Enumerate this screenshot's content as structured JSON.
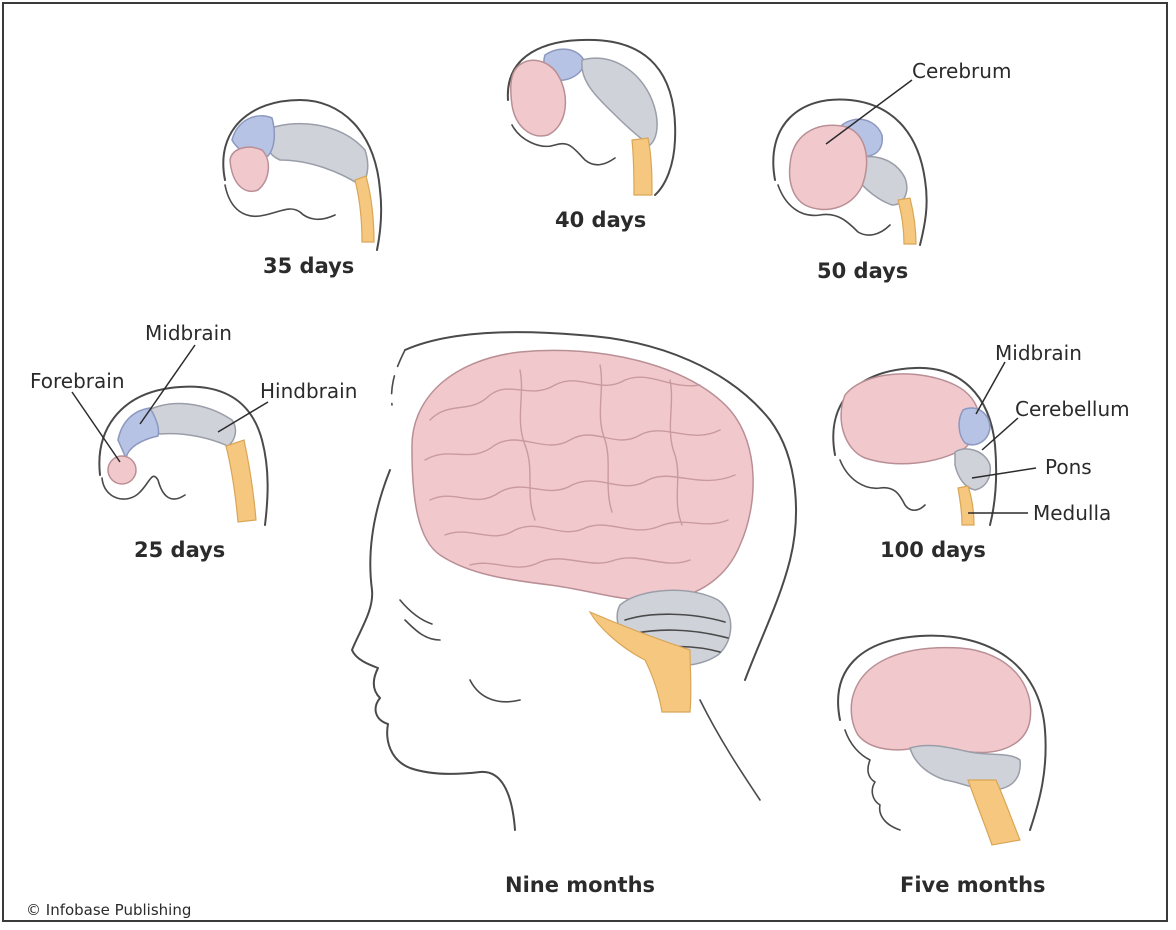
{
  "stages": {
    "d25": "25 days",
    "d35": "35 days",
    "d40": "40 days",
    "d50": "50 days",
    "d100": "100 days",
    "nine_months": "Nine months",
    "five_months": "Five months"
  },
  "labels": {
    "forebrain": "Forebrain",
    "midbrain_25": "Midbrain",
    "hindbrain": "Hindbrain",
    "cerebrum": "Cerebrum",
    "midbrain_100": "Midbrain",
    "cerebellum": "Cerebellum",
    "pons": "Pons",
    "medulla": "Medulla"
  },
  "credit": "© Infobase Publishing",
  "colors": {
    "forebrain": "#f1c9cd",
    "midbrain": "#b7c3e4",
    "hindbrain": "#cfd2d9",
    "spinal_cord": "#f6c77e"
  }
}
